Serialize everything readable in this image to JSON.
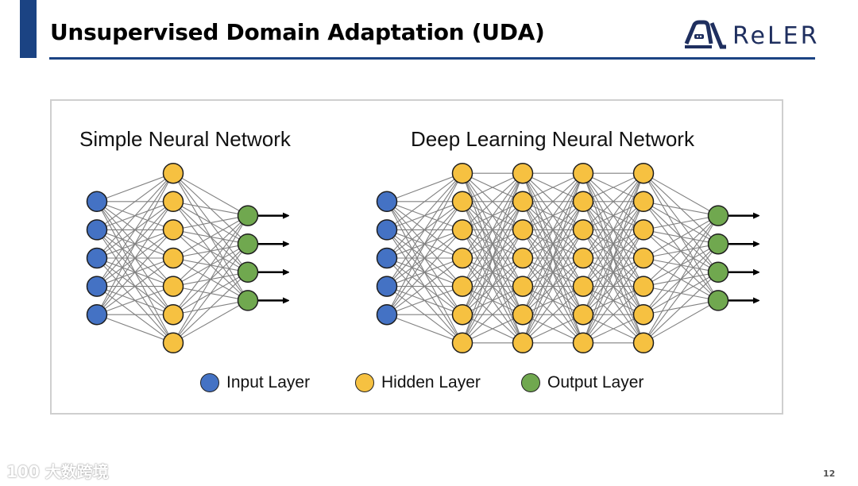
{
  "slide": {
    "title": "Unsupervised Domain Adaptation (UDA)",
    "logo_text": "ReLER",
    "page_number": "12",
    "watermark": "100 大数跨境"
  },
  "colors": {
    "accent": "#1b4383",
    "input_node": "#4472c4",
    "hidden_node": "#f6c141",
    "output_node": "#70a84f",
    "edge": "#808080"
  },
  "diagrams": {
    "simple": {
      "title": "Simple Neural Network",
      "layers": [
        {
          "type": "input",
          "nodes": 5
        },
        {
          "type": "hidden",
          "nodes": 7
        },
        {
          "type": "output",
          "nodes": 4
        }
      ]
    },
    "deep": {
      "title": "Deep Learning Neural Network",
      "layers": [
        {
          "type": "input",
          "nodes": 5
        },
        {
          "type": "hidden",
          "nodes": 7
        },
        {
          "type": "hidden",
          "nodes": 7
        },
        {
          "type": "hidden",
          "nodes": 7
        },
        {
          "type": "hidden",
          "nodes": 7
        },
        {
          "type": "output",
          "nodes": 4
        }
      ]
    }
  },
  "legend": [
    {
      "type": "input",
      "label": "Input Layer"
    },
    {
      "type": "hidden",
      "label": "Hidden Layer"
    },
    {
      "type": "output",
      "label": "Output Layer"
    }
  ]
}
